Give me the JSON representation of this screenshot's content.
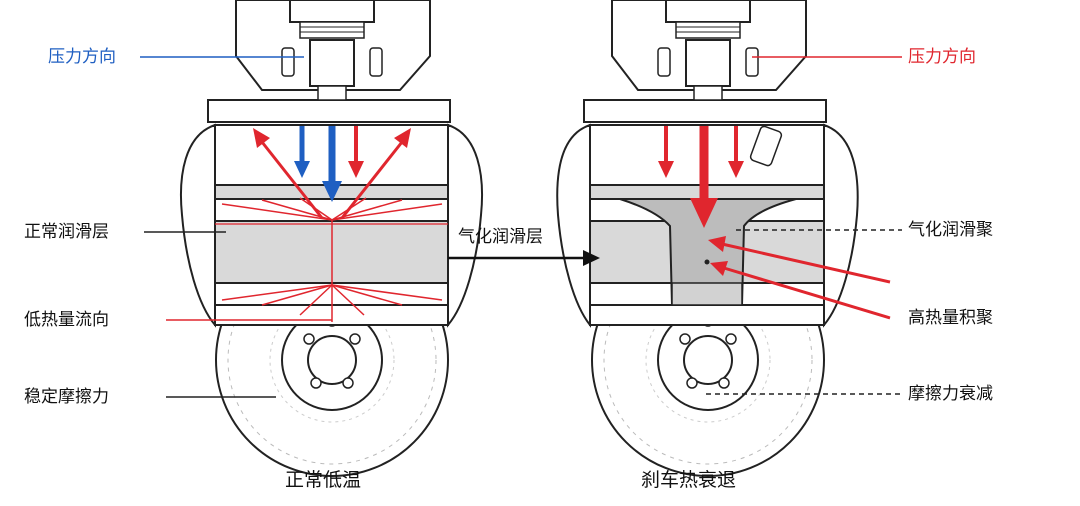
{
  "colors": {
    "outline": "#222222",
    "cool_arrow": "#1f5fc2",
    "hot_arrow": "#e0262e",
    "layer_fill": "#d9d9d9",
    "hot_spot_fill": "#bcbcbc",
    "black_arrow": "#111111"
  },
  "left_panel": {
    "pressure_label": "压力方向",
    "layer_label": "正常润滑层",
    "heat_flow_label": "低热量流向",
    "friction_label": "稳定摩擦力",
    "caption": "正常低温"
  },
  "middle": {
    "arrow_label": "气化润滑层"
  },
  "right_panel": {
    "pressure_label": "压力方向",
    "vapor_label": "气化润滑聚",
    "heat_label": "高热量积聚",
    "friction_label": "摩擦力衰减",
    "caption": "刹车热衰退"
  }
}
